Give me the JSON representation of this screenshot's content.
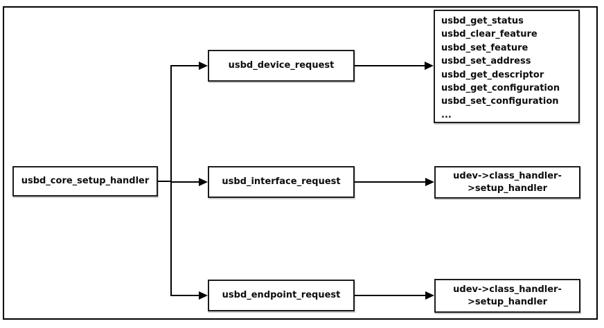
{
  "colors": {
    "line": "#000000",
    "border": "#1c1c1c",
    "text": "#0d0d0d",
    "background": "#ffffff"
  },
  "diagram": {
    "root": {
      "label": "usbd_core_setup_handler"
    },
    "handlers": [
      {
        "label": "usbd_device_request"
      },
      {
        "label": "usbd_interface_request"
      },
      {
        "label": "usbd_endpoint_request"
      }
    ],
    "device_functions": [
      "usbd_get_status",
      "usbd_clear_feature",
      "usbd_set_feature",
      "usbd_set_address",
      "usbd_get_descriptor",
      "usbd_get_configuration",
      "usbd_set_configuration",
      "..."
    ],
    "interface_target": {
      "line1": "udev->class_handler-",
      "line2": ">setup_handler"
    },
    "endpoint_target": {
      "line1": "udev->class_handler-",
      "line2": ">setup_handler"
    }
  }
}
